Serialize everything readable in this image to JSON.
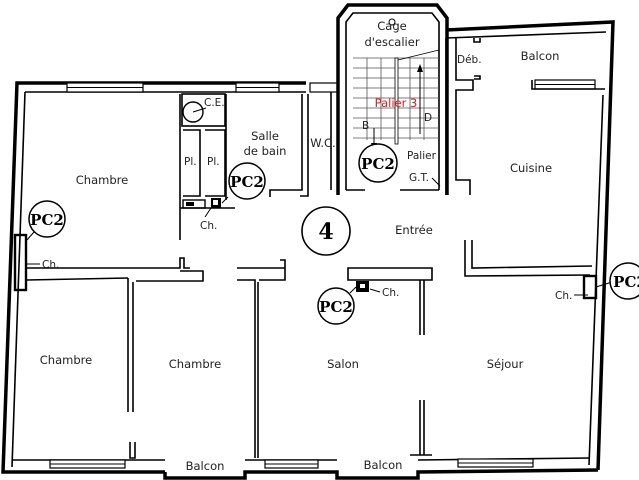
{
  "plan": {
    "apartment_number": "4",
    "stair": {
      "title_line1": "Cage",
      "title_line2": "d'escalier",
      "landing_label": "Palier 3",
      "landing_color": "#e01b1b",
      "down_label": "B",
      "up_label": "D",
      "palier": "Palier",
      "gt": "G.T."
    },
    "rooms": {
      "chambre_top_left": "Chambre",
      "chambre_bottom_left": "Chambre",
      "chambre_bottom_middle": "Chambre",
      "salle_de_bain_line1": "Salle",
      "salle_de_bain_line2": "de bain",
      "wc": "W.C.",
      "entree": "Entrée",
      "cuisine": "Cuisine",
      "salon": "Salon",
      "sejour": "Séjour",
      "balcon_top": "Balcon",
      "deb": "Déb.",
      "balcon_bottom_left": "Balcon",
      "balcon_bottom_right": "Balcon",
      "placard_1": "Pl.",
      "placard_2": "Pl.",
      "ce": "C.E."
    },
    "markers": {
      "pc_label": "PC2",
      "chimney_label": "Ch."
    }
  }
}
